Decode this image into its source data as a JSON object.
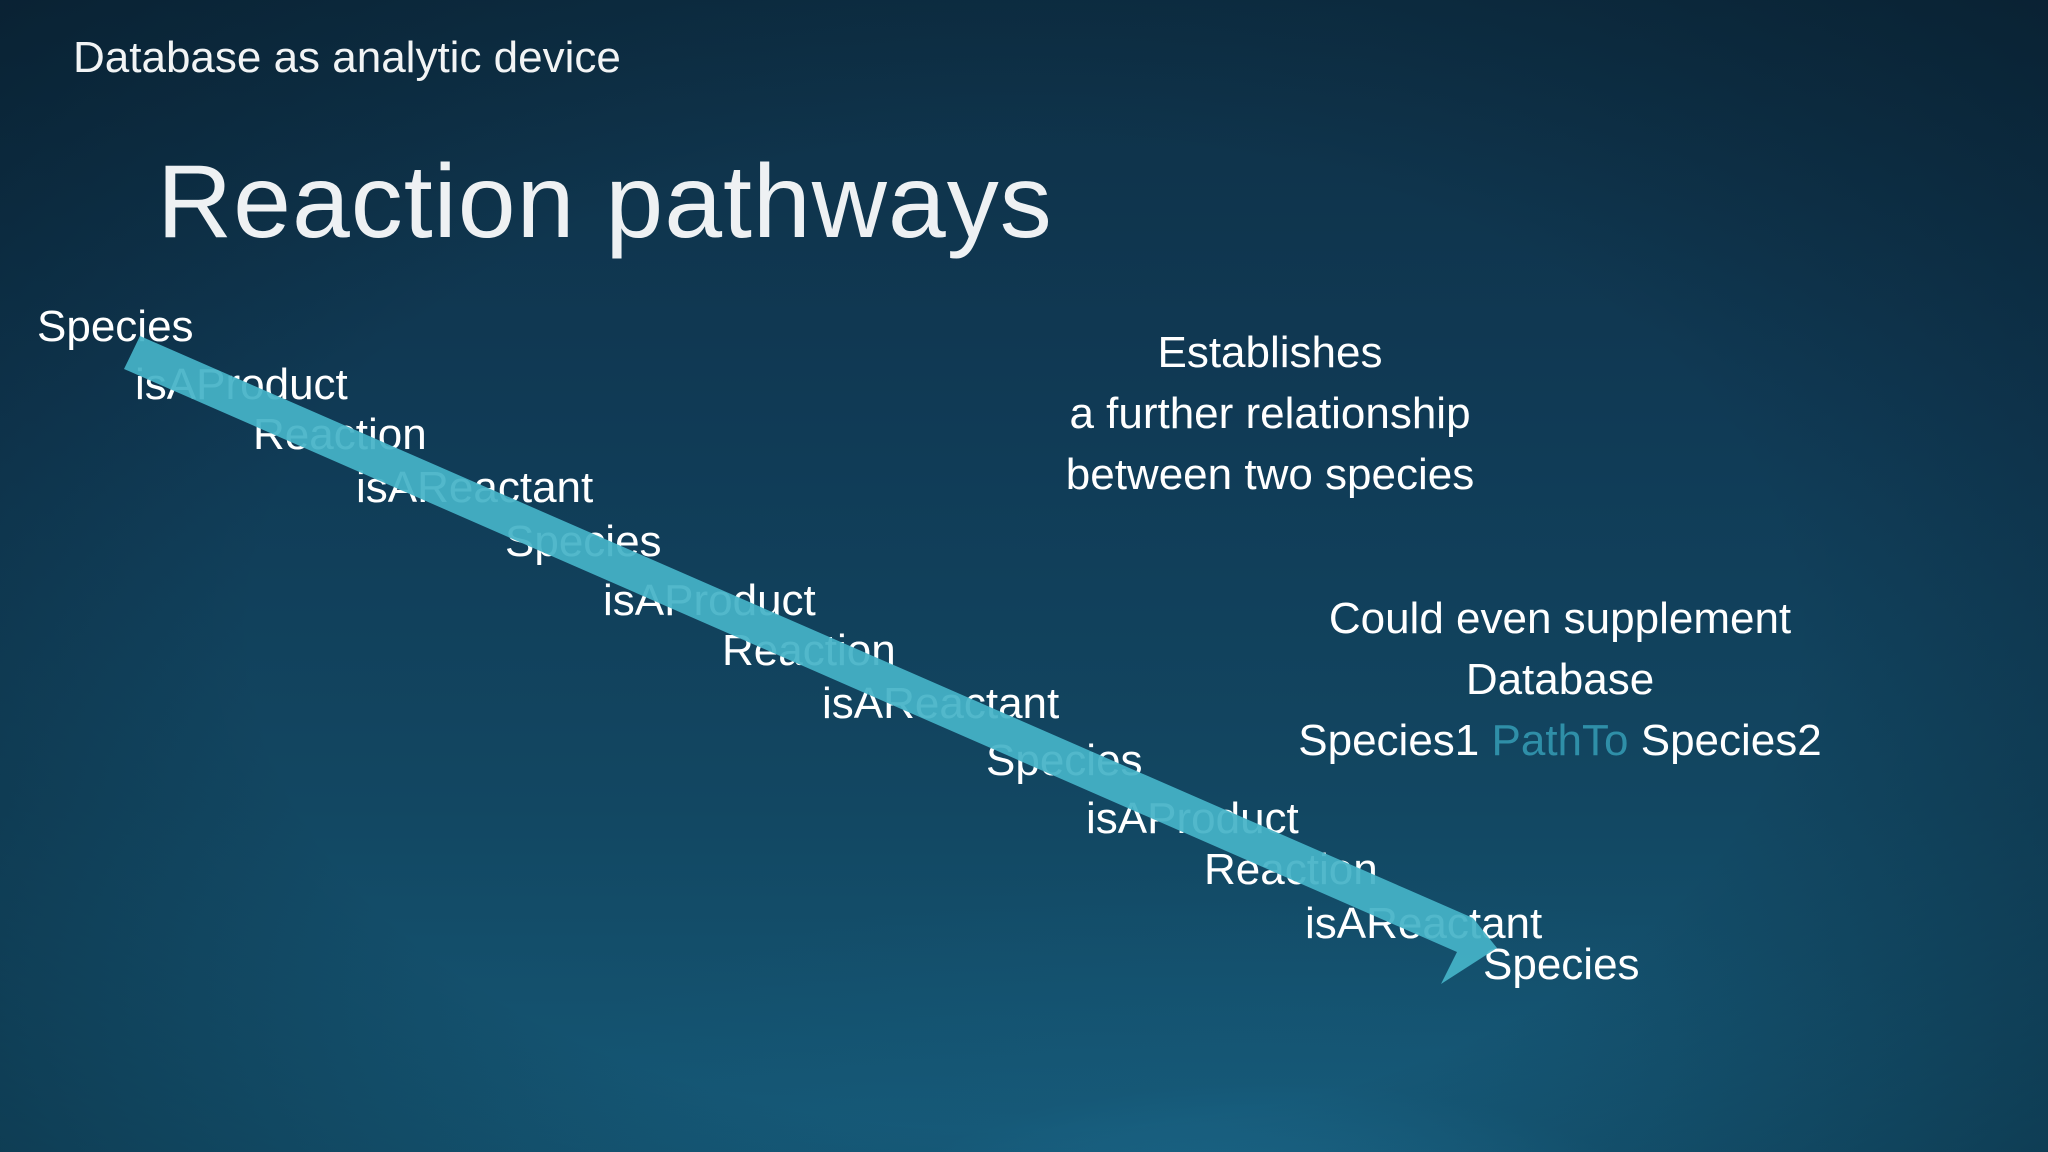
{
  "slide": {
    "subtitle": "Database as analytic device",
    "title": "Reaction pathways"
  },
  "pathway": {
    "items": [
      "Species",
      "isAProduct",
      "Reaction",
      "isAReactant",
      "Species",
      "isAProduct",
      "Reaction",
      "isAReactant",
      "Species",
      "isAProduct",
      "Reaction",
      "isAReactant",
      "Species"
    ],
    "arrow_color": "#45b3c7"
  },
  "note1": {
    "lines": [
      "Establishes",
      "a further relationship",
      "between two species"
    ]
  },
  "note2": {
    "line1": "Could even supplement",
    "line2": "Database",
    "species1": "Species1",
    "pathto": "PathTo",
    "species2": "Species2",
    "pathto_color": "#2f8fa8"
  }
}
